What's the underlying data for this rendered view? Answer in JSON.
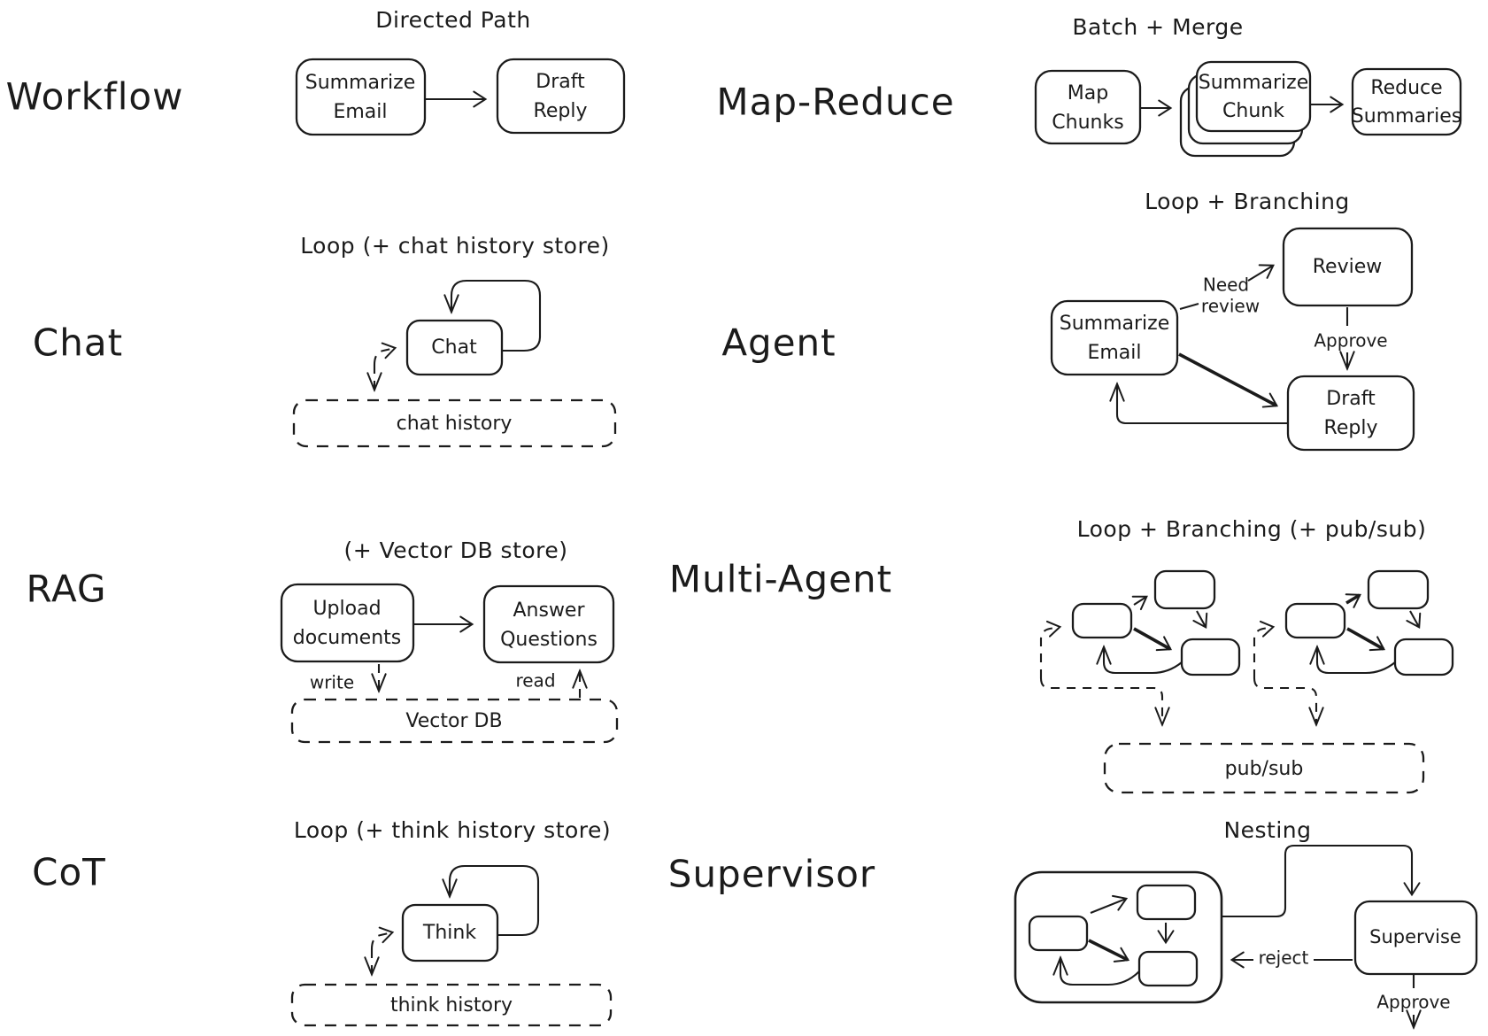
{
  "diagram": {
    "ink_color": "#1b1b1b",
    "background_color": "#ffffff"
  },
  "sections": {
    "workflow": {
      "label": "Workflow",
      "title": "Directed Path",
      "node1_line1": "Summarize",
      "node1_line2": "Email",
      "node2_line1": "Draft",
      "node2_line2": "Reply"
    },
    "mapreduce": {
      "label": "Map-Reduce",
      "title": "Batch + Merge",
      "node1_line1": "Map",
      "node1_line2": "Chunks",
      "node2_line1": "Summarize",
      "node2_line2": "Chunk",
      "node3_line1": "Reduce",
      "node3_line2": "Summaries"
    },
    "chat": {
      "label": "Chat",
      "title": "Loop (+ chat history store)",
      "node": "Chat",
      "store": "chat history"
    },
    "agent": {
      "label": "Agent",
      "title": "Loop + Branching",
      "node1_line1": "Summarize",
      "node1_line2": "Email",
      "node2": "Review",
      "node3_line1": "Draft",
      "node3_line2": "Reply",
      "edge_need_line1": "Need",
      "edge_need_line2": "review",
      "edge_approve": "Approve"
    },
    "rag": {
      "label": "RAG",
      "title": "(+ Vector DB store)",
      "node1_line1": "Upload",
      "node1_line2": "documents",
      "node2_line1": "Answer",
      "node2_line2": "Questions",
      "edge_write": "write",
      "edge_read": "read",
      "store": "Vector DB"
    },
    "multiagent": {
      "label": "Multi-Agent",
      "title": "Loop + Branching (+ pub/sub)",
      "store": "pub/sub"
    },
    "cot": {
      "label": "CoT",
      "title": "Loop (+ think history store)",
      "node": "Think",
      "store": "think history"
    },
    "supervisor": {
      "label": "Supervisor",
      "title": "Nesting",
      "node": "Supervise",
      "edge_reject": "reject",
      "edge_approve": "Approve"
    }
  }
}
